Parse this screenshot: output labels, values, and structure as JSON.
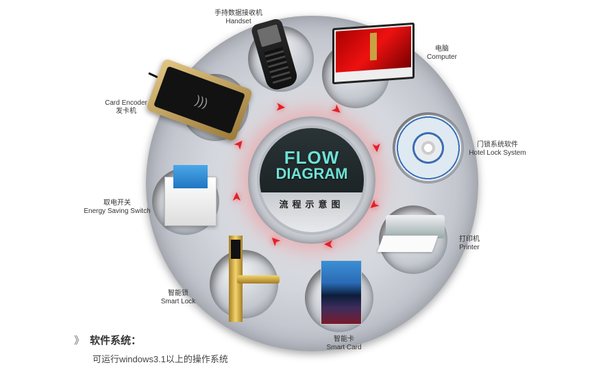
{
  "diagram": {
    "center": {
      "line1": "FLOW",
      "line2": "DIAGRAM",
      "subtitle_cn": "流程示意图"
    },
    "nodes": [
      {
        "id": "handset",
        "label_cn": "手持数据接收机",
        "label_en": "Handset"
      },
      {
        "id": "computer",
        "label_cn": "电脑",
        "label_en": "Computer"
      },
      {
        "id": "hotel-lock-system",
        "label_cn": "门锁系统软件",
        "label_en": "Hotel Lock System"
      },
      {
        "id": "printer",
        "label_cn": "打印机",
        "label_en": "Printer"
      },
      {
        "id": "smart-card",
        "label_cn": "智能卡",
        "label_en": "Smart Card"
      },
      {
        "id": "smart-lock",
        "label_cn": "智能锁",
        "label_en": "Smart Lock"
      },
      {
        "id": "energy-saving-switch",
        "label_cn": "取电开关",
        "label_en": "Energy Saving Switch"
      },
      {
        "id": "card-encoder",
        "label_en": "Card Encoder",
        "label_cn": "发卡机"
      }
    ],
    "arrow_glyph": "➤",
    "arrow_color": "#e0202a",
    "accent_text_color": "#6fe1d6"
  },
  "section": {
    "chevron": "》",
    "title": "软件系统：",
    "description": "可运行windows3.1以上的操作系统"
  }
}
